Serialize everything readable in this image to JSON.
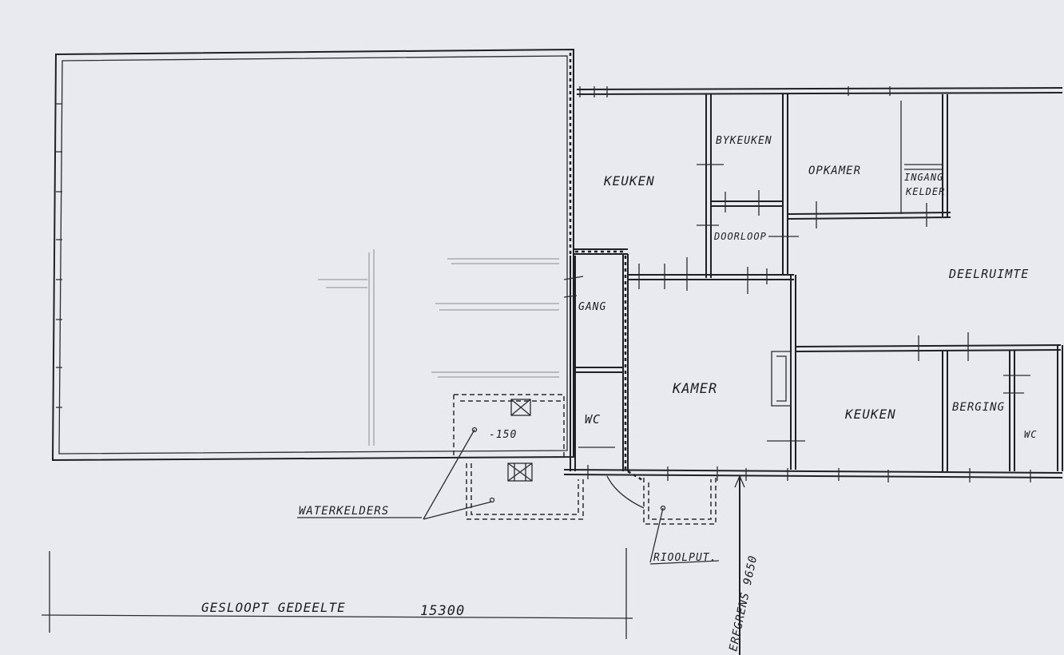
{
  "rooms": {
    "keuken_1": "KEUKEN",
    "bijkeuken": "BYKEUKEN",
    "opkamer": "OPKAMER",
    "ingang_kelder_line1": "INGANG",
    "ingang_kelder_line2": "KELDER",
    "doorloop": "DOORLOOP",
    "deelruimte": "DEELRUIMTE",
    "gang": "GANG",
    "kamer": "KAMER",
    "wc_1": "WC",
    "keuken_2": "KEUKEN",
    "berging": "BERGING",
    "wc_2": "WC"
  },
  "annotations": {
    "level": "-150",
    "waterkelders": "WATERKELDERS",
    "rioolput": "RIOOLPUT.",
    "erfgrens": "ERFGRENS 9650",
    "gesloopt_gedeelte": "GESLOOPT GEDEELTE",
    "dimension": "15300"
  }
}
